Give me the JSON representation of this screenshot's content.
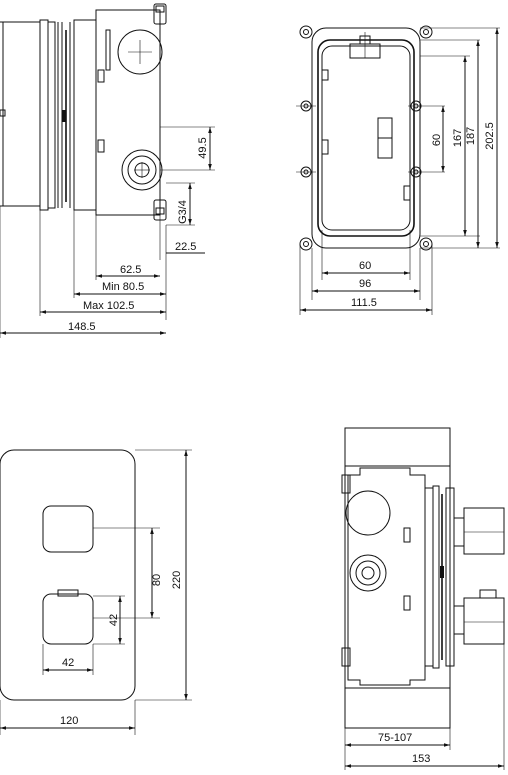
{
  "side_view": {
    "dims": {
      "d49_5": "49.5",
      "g3_4": "G3/4",
      "d22_5": "22.5",
      "d62_5": "62.5",
      "min80_5": "Min 80.5",
      "max102_5": "Max 102.5",
      "d148_5": "148.5"
    }
  },
  "front_view": {
    "dims": {
      "d60_vert": "60",
      "d167": "167",
      "d187": "187",
      "d202_5": "202.5",
      "d60_horiz": "60",
      "d96": "96",
      "d111_5": "111.5"
    }
  },
  "plate_view": {
    "dims": {
      "d80": "80",
      "d220": "220",
      "d42_vert": "42",
      "d42_horiz": "42",
      "d120": "120"
    }
  },
  "installed_view": {
    "dims": {
      "d75_107": "75-107",
      "d153": "153"
    }
  }
}
